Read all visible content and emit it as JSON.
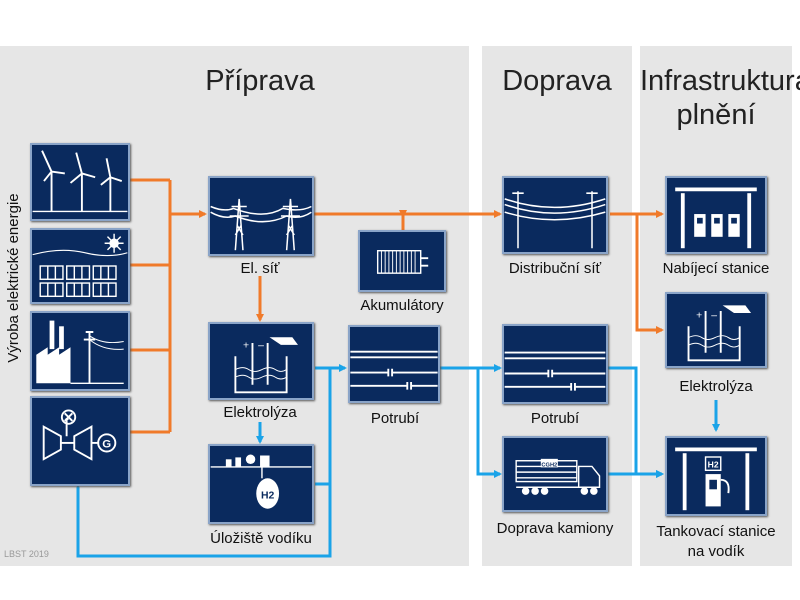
{
  "sections": {
    "preparation": "Příprava",
    "transport": "Doprava",
    "refueling_line1": "Infrastruktura",
    "refueling_line2": "plnění"
  },
  "side_label": "Výroba elektrické energie",
  "nodes": {
    "grid": "El. síť",
    "accumulators": "Akumulátory",
    "electrolysis_prep": "Elektrolýza",
    "pipeline_prep": "Potrubí",
    "storage": "Úložiště vodíku",
    "distribution": "Distribuční síť",
    "pipeline_transport": "Potrubí",
    "truck": "Doprava kamiony",
    "charging": "Nabíjecí stanice",
    "electrolysis_station": "Elektrolýza",
    "h2_station_line1": "Tankovací stanice",
    "h2_station_line2": "na vodík"
  },
  "icon_text": {
    "h2": "H2",
    "cgh2": "CGH2",
    "g": "G",
    "h2_sign": "H2"
  },
  "credit": "LBST 2019",
  "colors": {
    "electricity": "#f07a2a",
    "hydrogen": "#1aa3e8",
    "box": "#0a2a5e",
    "panel": "#e6e6e6"
  },
  "icons": {
    "wind": "wind-turbine-icon",
    "solar": "solar-panel-icon",
    "industry": "industry-icon",
    "turbine": "gas-turbine-icon",
    "grid": "power-line-icon",
    "accumulators": "battery-icon",
    "electrolysis": "electrolyzer-icon",
    "pipeline": "pipeline-icon",
    "storage": "storage-cavern-icon",
    "truck": "truck-icon",
    "charging": "charging-station-icon",
    "h2_station": "h2-pump-icon"
  }
}
